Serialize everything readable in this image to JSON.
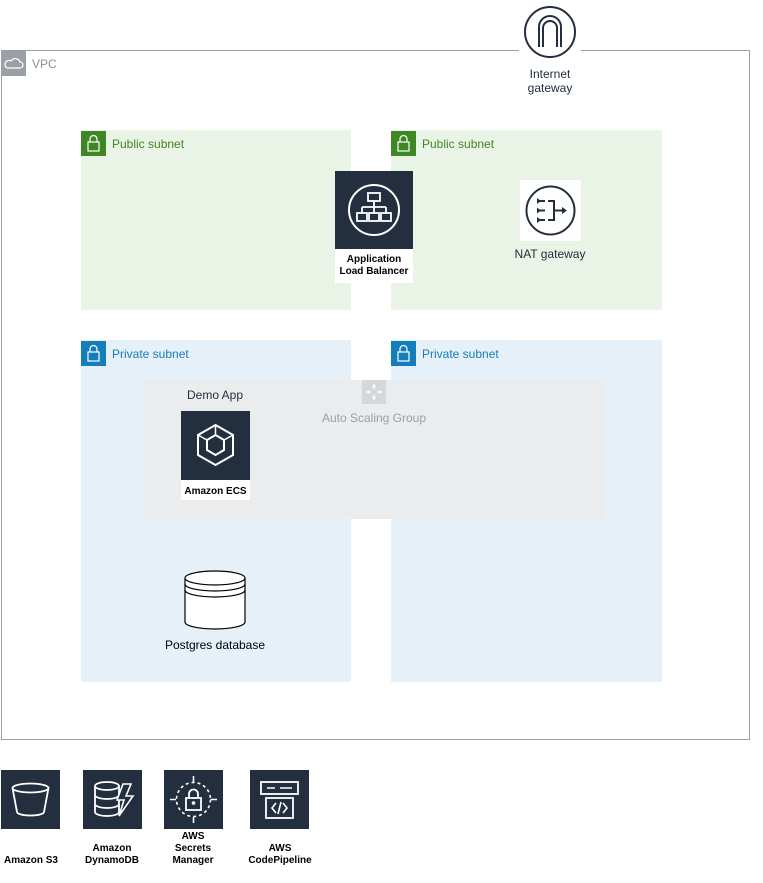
{
  "vpc": {
    "label": "VPC",
    "icon": "cloud-icon"
  },
  "internet_gateway": {
    "label_line1": "Internet",
    "label_line2": "gateway",
    "icon": "internet-gateway-icon"
  },
  "subnets": {
    "public_left": {
      "label": "Public subnet",
      "icon": "lock-icon"
    },
    "public_right": {
      "label": "Public subnet",
      "icon": "lock-icon"
    },
    "private_left": {
      "label": "Private subnet",
      "icon": "lock-icon"
    },
    "private_right": {
      "label": "Private subnet",
      "icon": "lock-icon"
    }
  },
  "alb": {
    "label_line1": "Application",
    "label_line2": "Load Balancer",
    "icon": "load-balancer-icon"
  },
  "nat": {
    "label": "NAT gateway",
    "icon": "nat-gateway-icon"
  },
  "asg": {
    "label": "Auto Scaling Group",
    "icon": "auto-scaling-icon"
  },
  "demo_app": {
    "label": "Demo App"
  },
  "ecs": {
    "label": "Amazon ECS",
    "icon": "ecs-icon"
  },
  "database": {
    "label": "Postgres database",
    "icon": "database-icon"
  },
  "services": [
    {
      "label_line1": "Amazon S3",
      "label_line2": "",
      "label_line3": "",
      "icon": "s3-bucket-icon"
    },
    {
      "label_line1": "Amazon",
      "label_line2": "DynamoDB",
      "label_line3": "",
      "icon": "dynamodb-icon"
    },
    {
      "label_line1": "AWS",
      "label_line2": "Secrets",
      "label_line3": "Manager",
      "icon": "secrets-manager-icon"
    },
    {
      "label_line1": "AWS",
      "label_line2": "CodePipeline",
      "label_line3": "",
      "icon": "codepipeline-icon"
    }
  ],
  "colors": {
    "public_fill": "#e9f3e6",
    "public_accent": "#3f8624",
    "private_fill": "#e6f0f8",
    "private_accent": "#147eba",
    "dark_tile": "#232f3e",
    "asg_fill": "#ebeced",
    "vpc_border": "#9aa0a6"
  }
}
